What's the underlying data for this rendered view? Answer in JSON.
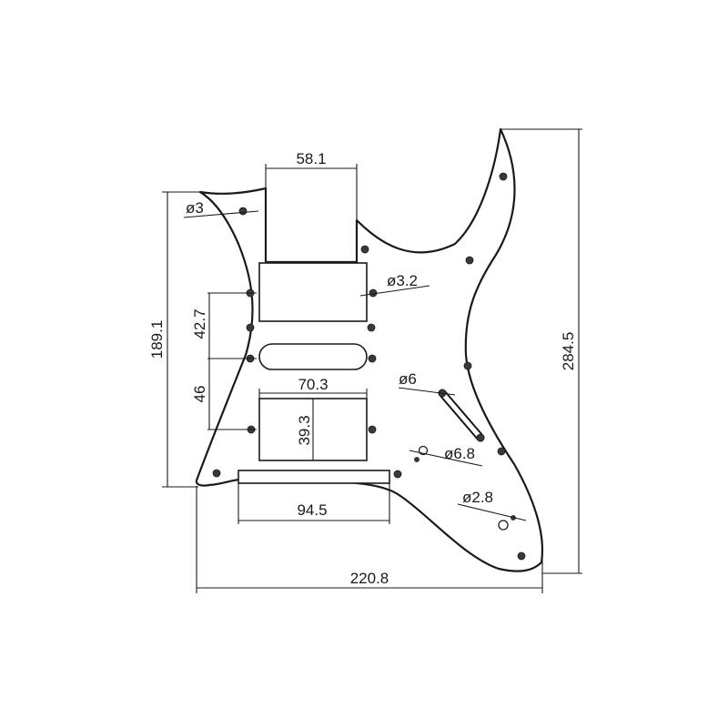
{
  "diagram": {
    "dimensions": {
      "pickup_cutout_width": "58.1",
      "total_height": "284.5",
      "total_width": "220.8",
      "side_height": "189.1",
      "neck_to_middle": "42.7",
      "middle_to_bridge": "46",
      "bridge_pickup_width": "70.3",
      "bridge_pickup_height": "39.3",
      "tremolo_cavity_width": "94.5"
    },
    "holes": {
      "top_screw": "ø3",
      "pickup_screw": "ø3.2",
      "switch_slot": "ø6",
      "pot_hole": "ø6.8",
      "jack_hole": "ø2.8"
    }
  }
}
